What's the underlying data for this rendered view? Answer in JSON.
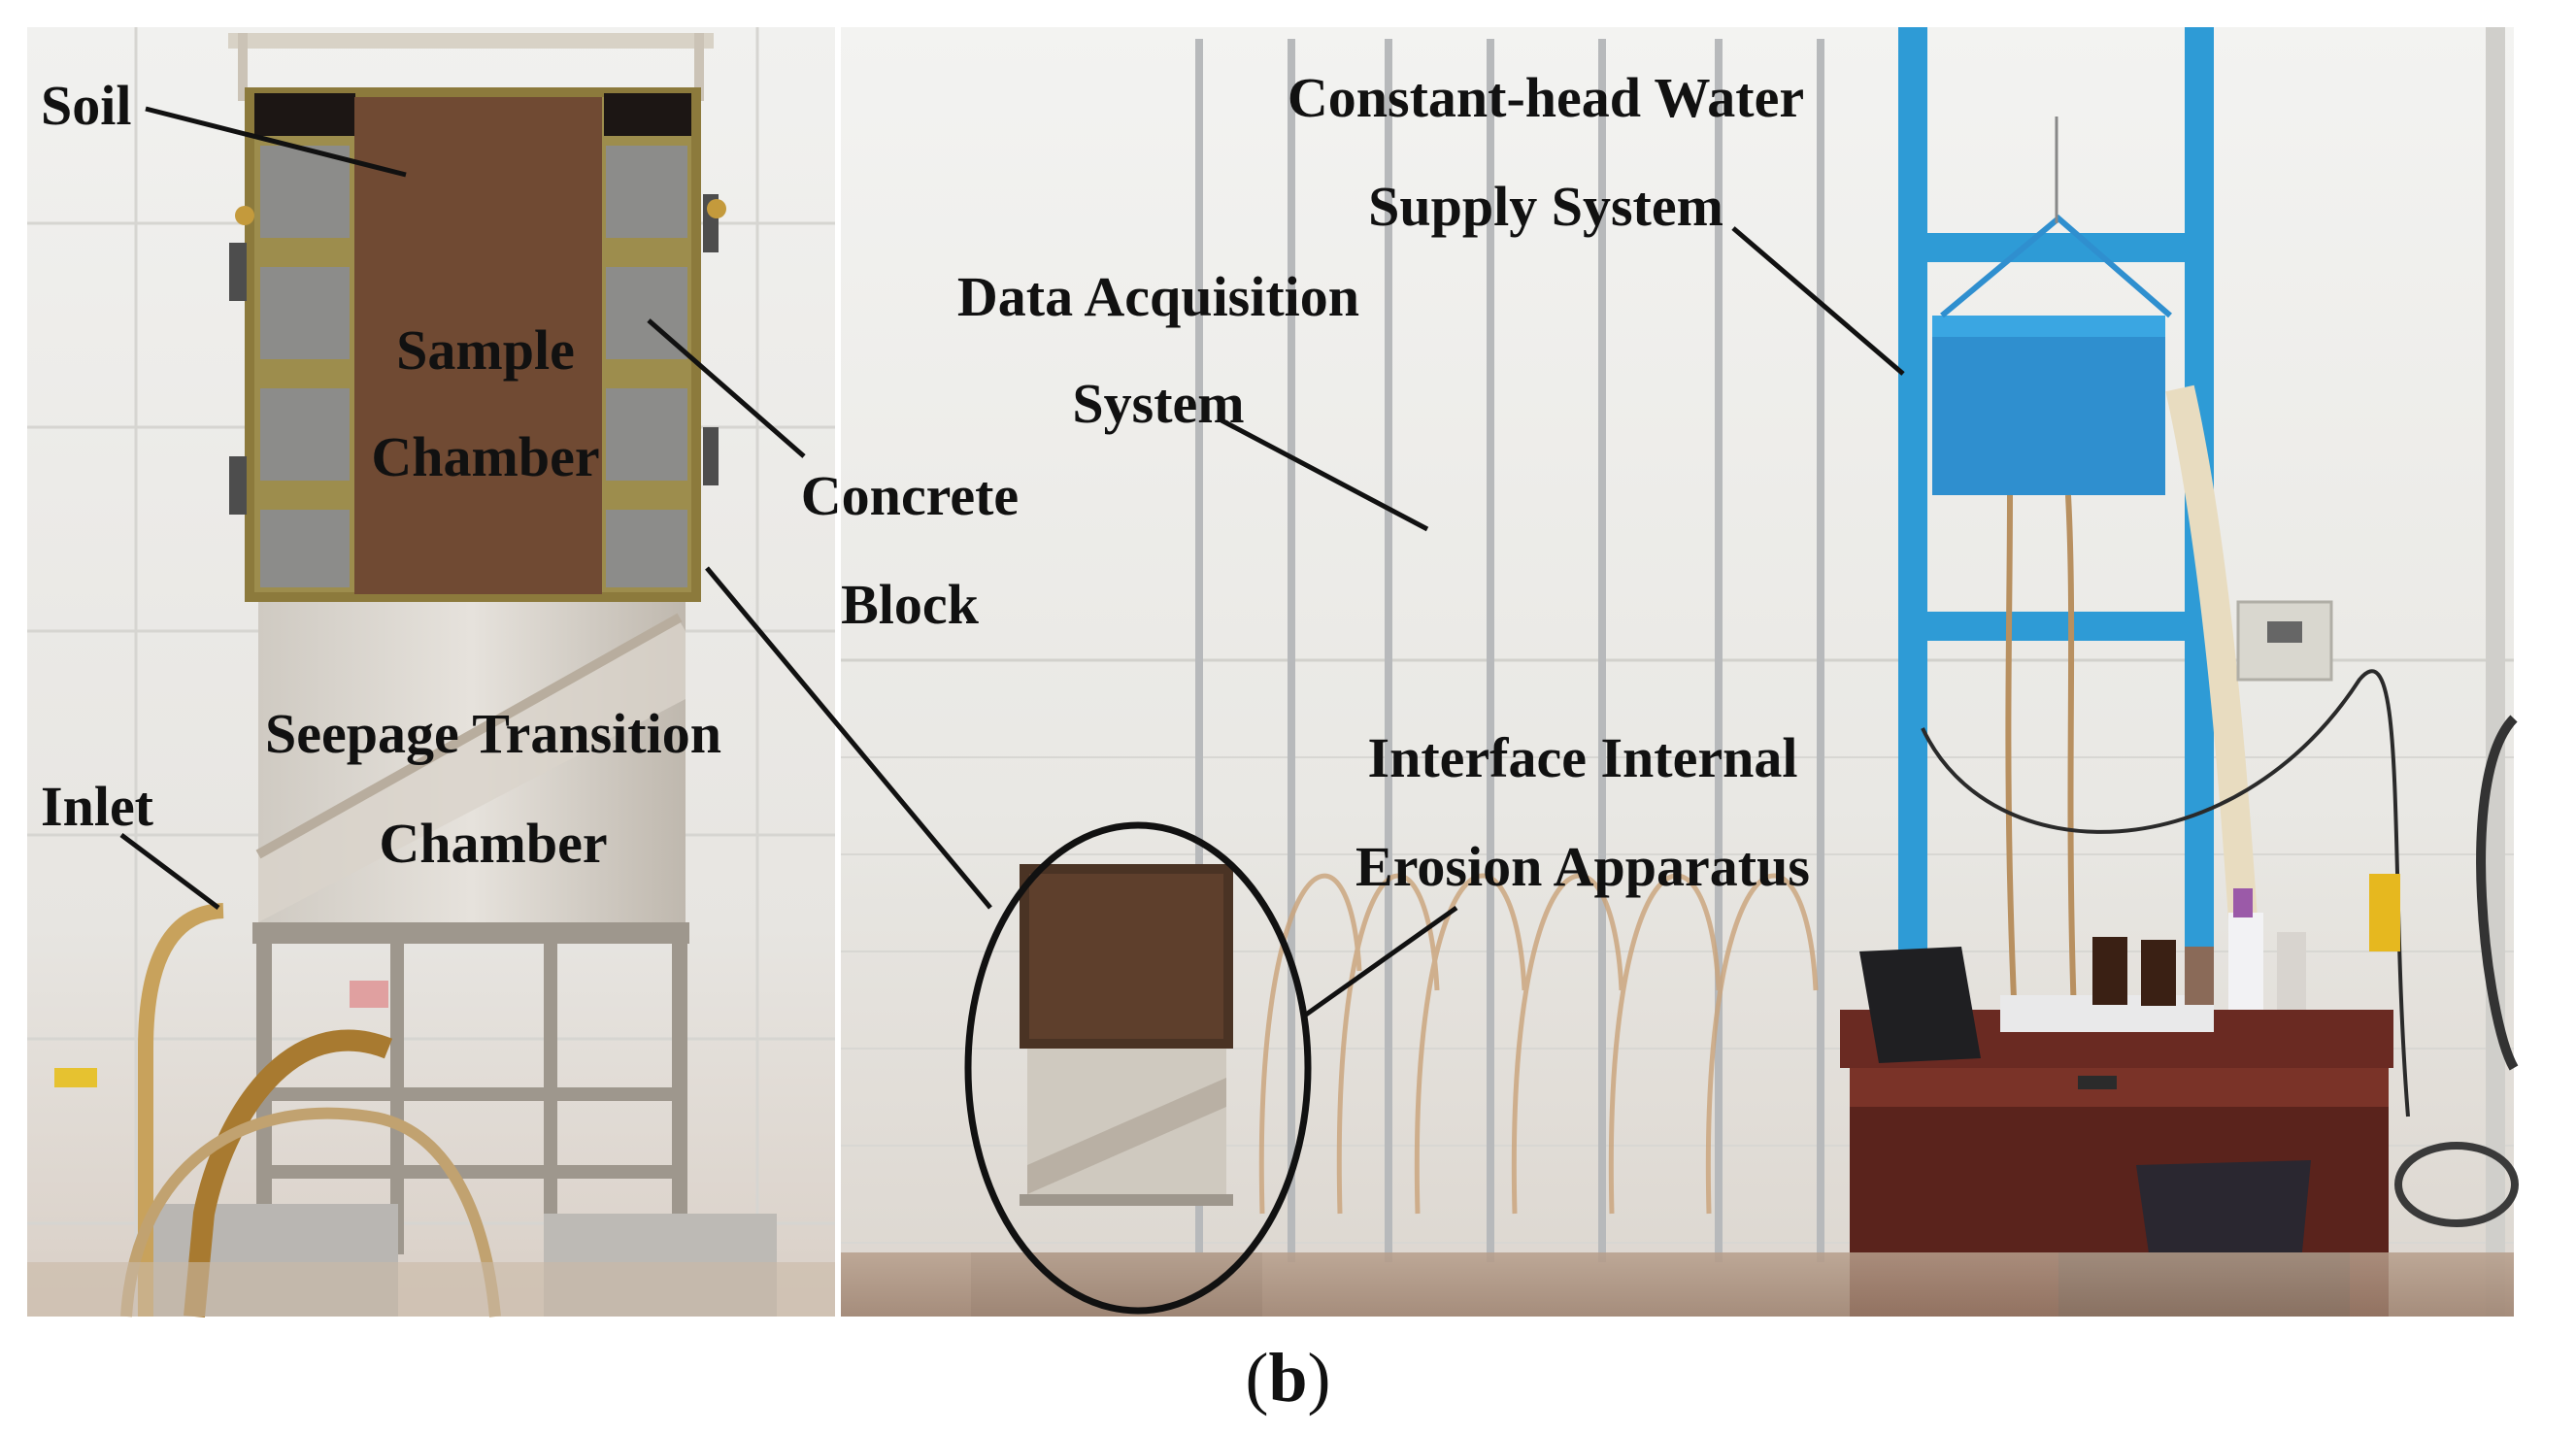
{
  "caption": {
    "open": "(",
    "letter": "b",
    "close": ")"
  },
  "labels": {
    "soil": "Soil",
    "sample_chamber_1": "Sample",
    "sample_chamber_2": "Chamber",
    "concrete_block_1": "Concrete",
    "concrete_block_2": "Block",
    "seepage_1": "Seepage Transition",
    "seepage_2": "Chamber",
    "inlet": "Inlet",
    "constant_head_1": "Constant-head Water",
    "constant_head_2": "Supply System",
    "data_acq_1": "Data Acquisition",
    "data_acq_2": "System",
    "erosion_1": "Interface Internal",
    "erosion_2": "Erosion Apparatus"
  },
  "colors": {
    "wall": "#ececea",
    "tile_line": "#cfcfcc",
    "floor": "#a9907e",
    "soil": "#6b4530",
    "frame": "#2e9bd6",
    "desk": "#6a2a22",
    "leader": "#111111"
  }
}
